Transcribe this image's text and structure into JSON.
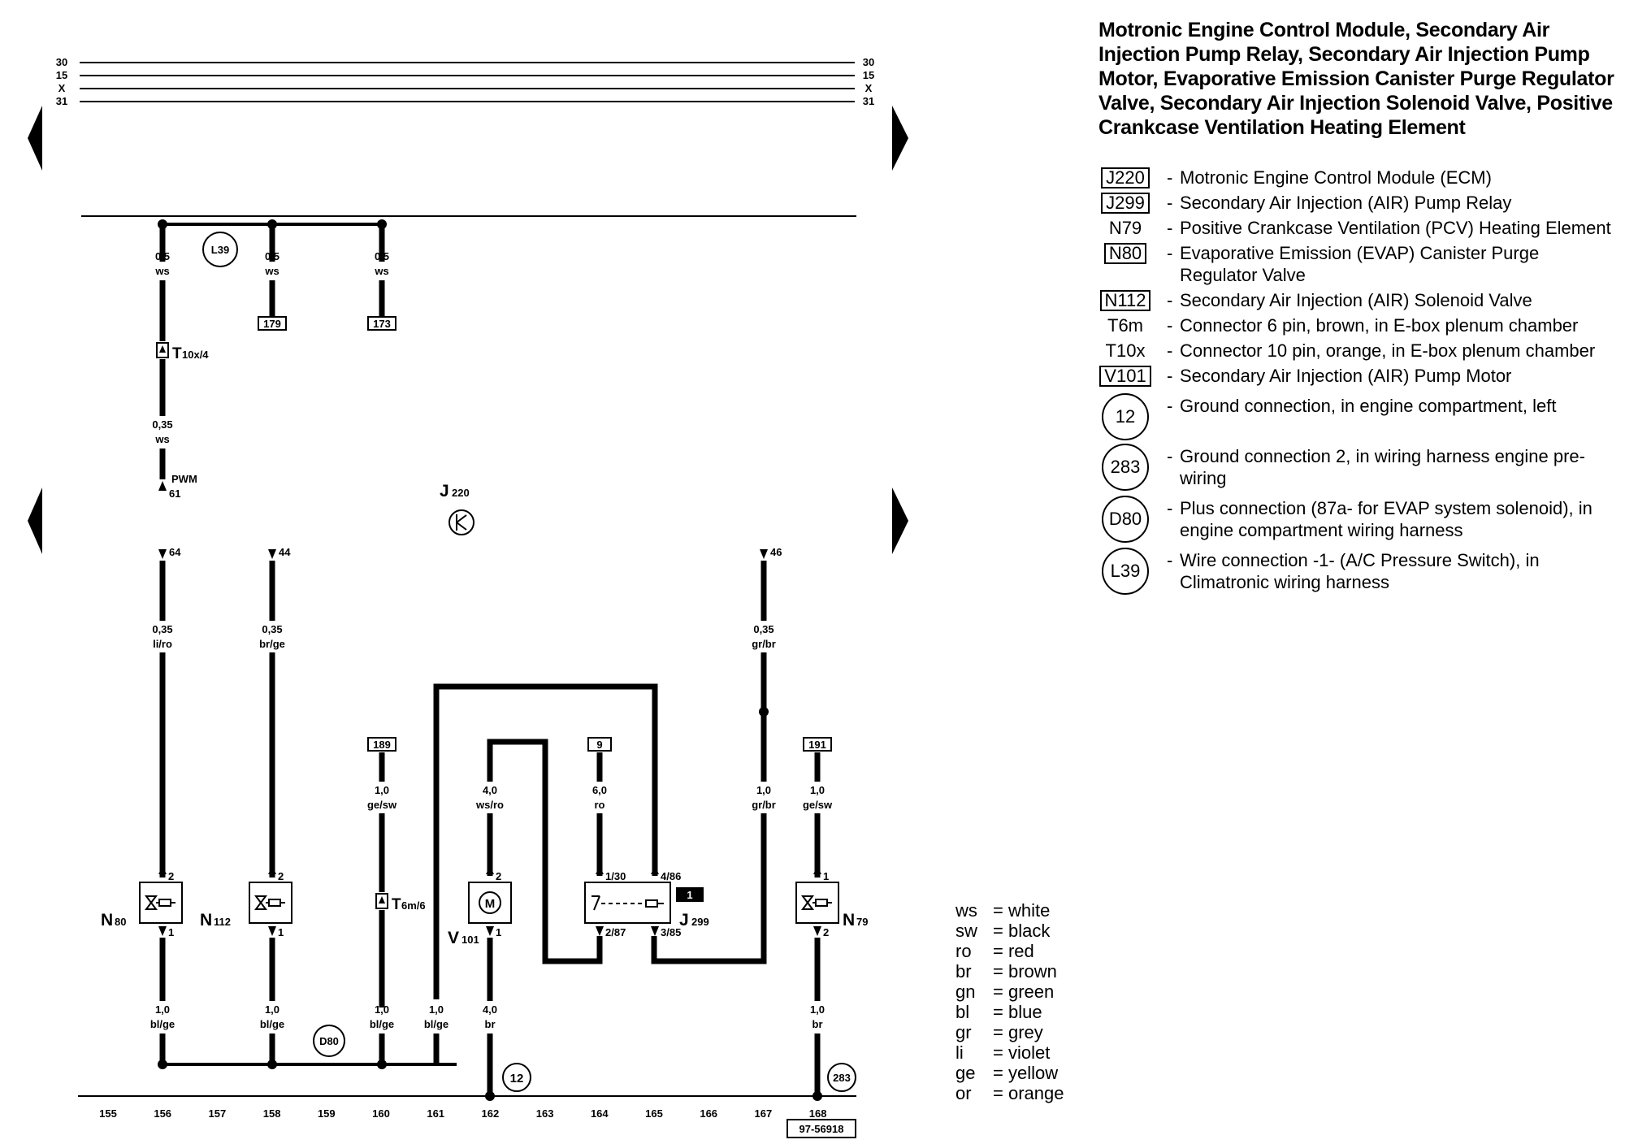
{
  "title": "Motronic Engine Control Module, Secondary Air Injection Pump Relay, Secondary Air Injection Pump Motor, Evaporative Emission Canister Purge Regulator Valve, Secondary Air Injection Solenoid Valve, Positive Crankcase Ventilation Heating Element",
  "legend": [
    {
      "code": "J220",
      "style": "boxed",
      "desc": "Motronic Engine Control Module (ECM)"
    },
    {
      "code": "J299",
      "style": "boxed",
      "desc": "Secondary Air Injection (AIR) Pump Relay"
    },
    {
      "code": "N79",
      "style": "plain",
      "desc": "Positive Crankcase Ventilation (PCV) Heating Element"
    },
    {
      "code": "N80",
      "style": "boxed",
      "desc": "Evaporative Emission (EVAP) Canister Purge Regulator Valve"
    },
    {
      "code": "N112",
      "style": "boxed",
      "desc": "Secondary Air Injection (AIR) Solenoid Valve"
    },
    {
      "code": "T6m",
      "style": "plain",
      "desc": "Connector 6 pin, brown, in E-box plenum chamber"
    },
    {
      "code": "T10x",
      "style": "plain",
      "desc": "Connector 10 pin, orange, in E-box plenum chamber"
    },
    {
      "code": "V101",
      "style": "boxed",
      "desc": "Secondary Air Injection (AIR) Pump Motor"
    },
    {
      "code": "12",
      "style": "circled",
      "desc": "Ground connection, in engine compartment, left"
    },
    {
      "code": "283",
      "style": "circled",
      "desc": "Ground connection 2, in wiring harness engine pre-wiring"
    },
    {
      "code": "D80",
      "style": "circled",
      "desc": "Plus connection (87a- for EVAP system solenoid), in engine compartment wiring harness"
    },
    {
      "code": "L39",
      "style": "circled",
      "desc": "Wire connection -1- (A/C Pressure Switch), in Climatronic wiring harness"
    }
  ],
  "color_codes": [
    {
      "abbr": "ws",
      "color": "white"
    },
    {
      "abbr": "sw",
      "color": "black"
    },
    {
      "abbr": "ro",
      "color": "red"
    },
    {
      "abbr": "br",
      "color": "brown"
    },
    {
      "abbr": "gn",
      "color": "green"
    },
    {
      "abbr": "bl",
      "color": "blue"
    },
    {
      "abbr": "gr",
      "color": "grey"
    },
    {
      "abbr": "li",
      "color": "violet"
    },
    {
      "abbr": "ge",
      "color": "yellow"
    },
    {
      "abbr": "or",
      "color": "orange"
    }
  ],
  "diagram": {
    "bus_lines": [
      "30",
      "15",
      "X",
      "31"
    ],
    "top_wires": [
      {
        "size": "0,5",
        "color": "ws"
      },
      {
        "size": "0,5",
        "color": "ws"
      },
      {
        "size": "0,5",
        "color": "ws"
      }
    ],
    "splice_l39": "L39",
    "ref_179": "179",
    "ref_173": "173",
    "t10x": {
      "main": "T",
      "sub": "10x/4"
    },
    "wire_ecm_in": {
      "size": "0,35",
      "color": "ws"
    },
    "pwm": "PWM",
    "pin_61": "61",
    "ecm": {
      "main": "J",
      "sub": "220"
    },
    "pin_64": "64",
    "pin_44": "44",
    "pin_46": "46",
    "w_n80_top": {
      "size": "0,35",
      "color": "li/ro"
    },
    "w_n112_top": {
      "size": "0,35",
      "color": "br/ge"
    },
    "w_46": {
      "size": "0,35",
      "color": "gr/br"
    },
    "ref_189": "189",
    "ref_9": "9",
    "ref_191": "191",
    "w_189": {
      "size": "1,0",
      "color": "ge/sw"
    },
    "w_motor_top": {
      "size": "4,0",
      "color": "ws/ro"
    },
    "w_9": {
      "size": "6,0",
      "color": "ro"
    },
    "w_j299_4": {
      "size": "1,0",
      "color": "gr/br"
    },
    "w_191": {
      "size": "1,0",
      "color": "ge/sw"
    },
    "n80": {
      "main": "N",
      "sub": "80",
      "pin_top": "2",
      "pin_bot": "1"
    },
    "n112": {
      "main": "N",
      "sub": "112",
      "pin_top": "2",
      "pin_bot": "1"
    },
    "t6m": {
      "main": "T",
      "sub": "6m/6"
    },
    "v101": {
      "main": "V",
      "sub": "101",
      "pin_top": "2",
      "pin_bot": "1",
      "symbol": "M"
    },
    "j299": {
      "main": "J",
      "sub": "299",
      "pin_1": "1/30",
      "pin_4": "4/86",
      "pin_2": "2/87",
      "pin_3": "3/85",
      "slot": "1"
    },
    "n79": {
      "main": "N",
      "sub": "79",
      "pin_top": "1",
      "pin_bot": "2"
    },
    "bottom_wires": [
      {
        "size": "1,0",
        "color": "bl/ge"
      },
      {
        "size": "1,0",
        "color": "bl/ge"
      },
      {
        "size": "1,0",
        "color": "bl/ge"
      },
      {
        "size": "1,0",
        "color": "bl/ge"
      },
      {
        "size": "4,0",
        "color": "br"
      },
      {
        "size": "1,0",
        "color": "br"
      }
    ],
    "gnd_12": "12",
    "gnd_283": "283",
    "plus_d80": "D80",
    "tracks": [
      "155",
      "156",
      "157",
      "158",
      "159",
      "160",
      "161",
      "162",
      "163",
      "164",
      "165",
      "166",
      "167",
      "168"
    ],
    "ref_number": "97-56918"
  }
}
